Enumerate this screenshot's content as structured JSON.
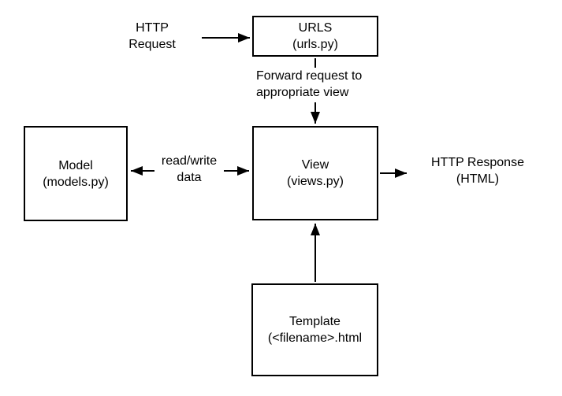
{
  "diagram": {
    "title": "Django URL-View-Model-Template request flow",
    "colors": {
      "background": "#ffffff",
      "stroke": "#000000",
      "text": "#000000"
    },
    "boxes": {
      "urls": {
        "line1": "URLS",
        "line2": "(urls.py)"
      },
      "view": {
        "line1": "View",
        "line2": "(views.py)"
      },
      "model": {
        "line1": "Model",
        "line2": "(models.py)"
      },
      "template": {
        "line1": "Template",
        "line2": "(<filename>.html"
      }
    },
    "labels": {
      "http_request": {
        "line1": "HTTP",
        "line2": "Request"
      },
      "forward": {
        "line1": "Forward request to",
        "line2": "appropriate view"
      },
      "read_write": {
        "line1": "read/write",
        "line2": "data"
      },
      "http_response": {
        "line1": "HTTP Response",
        "line2": "(HTML)"
      }
    }
  }
}
